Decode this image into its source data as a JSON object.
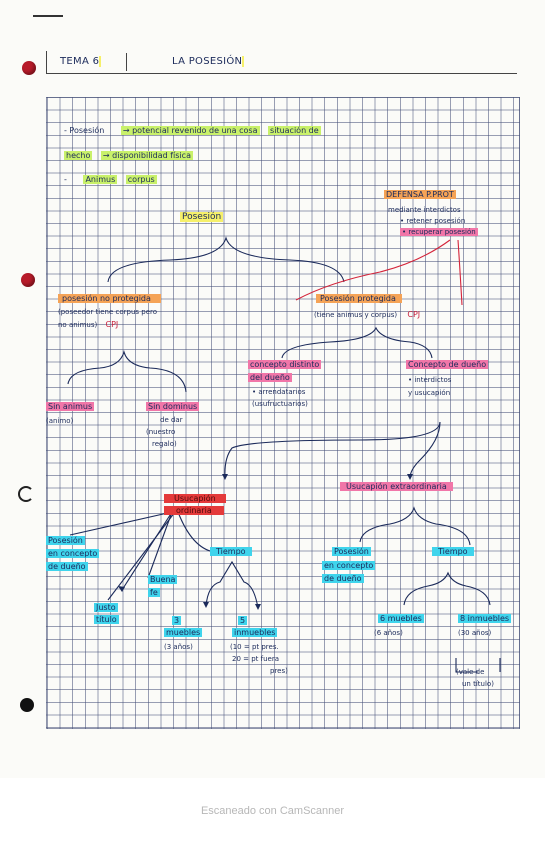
{
  "header": {
    "tema": "TEMA 6",
    "titulo": "LA POSESIÓN"
  },
  "notes": {
    "line1_a": "- Posesión",
    "line1_b": "→ potencial revenido de una cosa",
    "line1_c": "situación de",
    "line2_a": "hecho",
    "line2_b": "→ disponibilidad física",
    "line3_a": "-",
    "line3_b": "Animus",
    "line3_c": "corpus"
  },
  "defensa": {
    "title": "DEFENSA P.PROT",
    "l1": "mediante interdictos",
    "l2": "• retener posesión",
    "l3": "• recuperar posesión"
  },
  "root": "Posesión",
  "left_branch": {
    "title": "posesión no protegida",
    "desc1": "(poseedor tiene corpus pero",
    "desc2": "no animus)",
    "code": "CPJ",
    "a_label": "Sin animus",
    "a_sub": "(animo)",
    "b_label": "Sin dominus",
    "b_sub1": "de dar",
    "b_sub2": "(nuestro",
    "b_sub3": "regalo)"
  },
  "right_branch": {
    "title": "Posesión protegida",
    "desc": "(tiene animus y corpus)",
    "code": "CPJ",
    "c1": "concepto distinto",
    "c2": "del dueño",
    "c3": "• arrendatarios",
    "c4": "(usufructuarios)",
    "d1": "Concepto de dueño",
    "d2": "• interdictos",
    "d3": "y usucapión"
  },
  "usucapion": {
    "ordinaria_1": "Usucapión",
    "ordinaria_2": "ordinaria",
    "extra": "Usucapión extraordinaria",
    "posesion_1": "Posesión",
    "posesion_2": "en concepto",
    "posesion_3": "de dueño",
    "buena_1": "Buena",
    "buena_2": "fe",
    "justo_1": "Justo",
    "justo_2": "título",
    "tiempo": "Tiempo",
    "m3_1": "3",
    "m3_2": "muebles",
    "m3_3": "(3 años)",
    "i10_1": "5",
    "i10_2": "inmuebles",
    "i10_3": "(10 = pt pres.",
    "i10_4": "20 = pt fuera",
    "i10_5": "pres)",
    "ex_pos_1": "Posesión",
    "ex_pos_2": "en concepto",
    "ex_pos_3": "de dueño",
    "ex_tiempo": "Tiempo",
    "ex_m1": "6 muebles",
    "ex_m2": "(6 años)",
    "ex_i1": "8 inmuebles",
    "ex_i2": "(30 años)",
    "ex_note1": "(vale de",
    "ex_note2": "un título)"
  },
  "footer": "Escaneado con CamScanner"
}
